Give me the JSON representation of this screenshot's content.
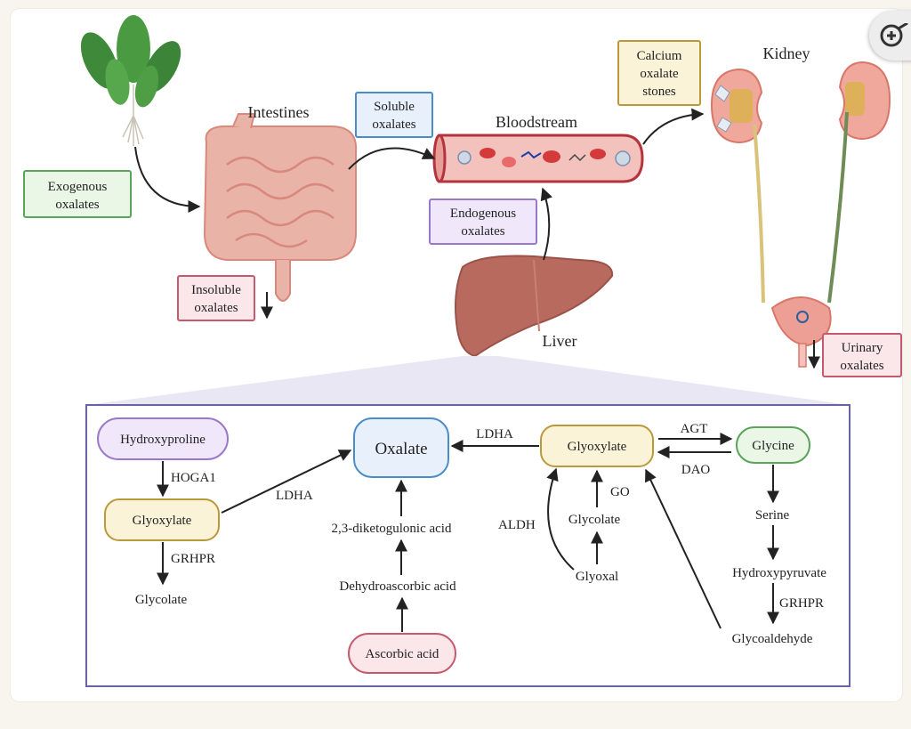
{
  "top": {
    "exogenous": [
      "Exogenous",
      "oxalates"
    ],
    "intestines": "Intestines",
    "soluble": [
      "Soluble",
      "oxalates"
    ],
    "bloodstream": "Bloodstream",
    "calcium": [
      "Calcium",
      "oxalate",
      "stones"
    ],
    "kidney": "Kidney",
    "endogenous": [
      "Endogenous",
      "oxalates"
    ],
    "insoluble": [
      "Insoluble",
      "oxalates"
    ],
    "liver": "Liver",
    "urinary": [
      "Urinary",
      "oxalates"
    ]
  },
  "pathway": {
    "hydroxyproline": "Hydroxyproline",
    "hoga1": "HOGA1",
    "glyoxylate_left": "Glyoxylate",
    "grhpr_left": "GRHPR",
    "glycolate_left": "Glycolate",
    "ldha_left": "LDHA",
    "oxalate": "Oxalate",
    "diketogulonic": "2,3-diketogulonic acid",
    "dehydroascorbic": "Dehydroascorbic acid",
    "ascorbic": "Ascorbic acid",
    "ldha_top": "LDHA",
    "glyoxylate_center": "Glyoxylate",
    "agt": "AGT",
    "dao": "DAO",
    "glycine": "Glycine",
    "go": "GO",
    "glycolate_center": "Glycolate",
    "aldh": "ALDH",
    "glyoxal": "Glyoxal",
    "serine": "Serine",
    "hydroxypyruvate": "Hydroxypyruvate",
    "grhpr_right": "GRHPR",
    "glycoaldehyde": "Glycoaldehyde"
  },
  "ui": {
    "zoom_icon": "zoom-in-icon"
  }
}
